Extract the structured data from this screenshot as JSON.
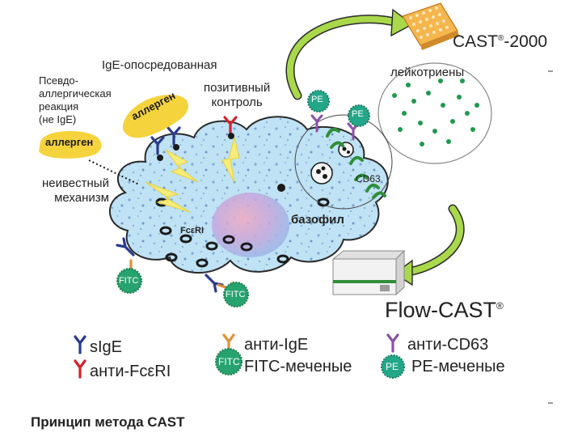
{
  "labels": {
    "pseudo_allergic": [
      "Псевдо-",
      "аллергическая",
      "реакция",
      "(не IgE)"
    ],
    "ige_mediated": "IgE-опосредованная",
    "positive_control": [
      "позитивный",
      "контроль"
    ],
    "leukotrienes": "лейкотриены",
    "unknown_mechanism": [
      "неивестный",
      "механизм"
    ],
    "allergen_left": "аллерген",
    "allergen_top": "аллерген",
    "basophil": "базофил",
    "fceri": "FcεRI",
    "cd63": "CD63",
    "cast2000_name": "CAST",
    "cast2000_reg": "®",
    "cast2000_model": "-2000",
    "flowcast_name": "Flow-CAST",
    "flowcast_reg": "®",
    "fitc_badge": "FITC",
    "pe_badge": "PE"
  },
  "legend": {
    "sige": "sIgE",
    "anti_fceri": "анти-FcεRI",
    "anti_ige": "анти-IgE",
    "fitc_labeled": "FITC-меченые",
    "anti_cd63": "анти-CD63",
    "pe_labeled": "PE-меченые",
    "fitc_badge": "FITC",
    "pe_badge": "PE"
  },
  "caption": "Принцип метода CAST",
  "colors": {
    "cell_fill": "#bfe2f4",
    "cell_stroke": "#2a2a2a",
    "allergen": "#f5d33c",
    "lightning": "#f6ec7a",
    "blue_antibody": "#2a3a8f",
    "red_antibody": "#d6202a",
    "orange_antibody": "#e0913a",
    "purple_antibody": "#8a52a8",
    "green_receptor": "#2f8f3a",
    "badge_green": "#27a36f",
    "badge_teal": "#23a789",
    "dot_green": "#1f9a4e",
    "arrow_green": "#a9d84a"
  },
  "icons": [
    "lightning-icon",
    "antibody-y-icon",
    "receptor-icon",
    "granule-icon",
    "label-badge-icon",
    "curved-arrow-icon",
    "microplate-icon",
    "flow-cytometer-icon"
  ]
}
